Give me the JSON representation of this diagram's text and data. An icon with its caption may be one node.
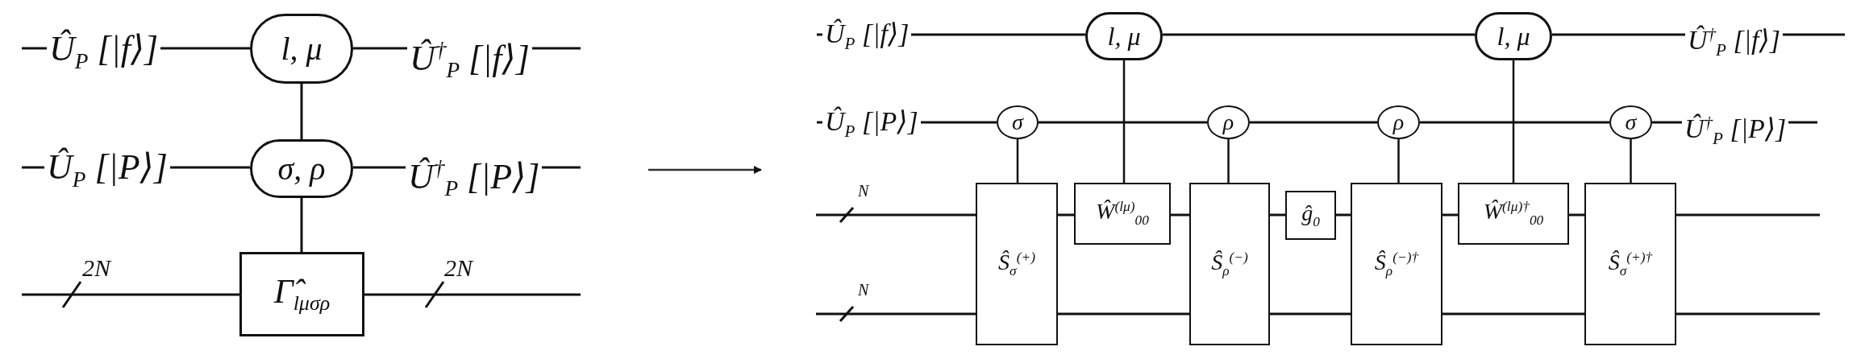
{
  "diagram": {
    "nodes": [
      {
        "text": [
          "Û$_{P}$ [|f⟩]"
        ]
      },
      {
        "text": [
          "l, μ"
        ]
      },
      {
        "text": [
          "Û$^{†}$$_{P}$ [|f⟩]"
        ]
      },
      {
        "text": [
          "Û$_{P}$ [|P⟩]"
        ]
      },
      {
        "text": [
          "σ, ρ"
        ]
      },
      {
        "text": [
          "Û$^{†}$$_{P}$ [|P⟩]"
        ]
      },
      {
        "text": [
          "Γ̂$_{lμσρ}$"
        ]
      },
      {
        "text": [
          "Û$_{P}$ [|f⟩]"
        ]
      },
      {
        "text": [
          "l, μ"
        ]
      },
      {
        "text": [
          "l, μ"
        ]
      },
      {
        "text": [
          "Û$^{†}$$_{P}$ [|f⟩]"
        ]
      },
      {
        "text": [
          "Û$_{P}$ [|P⟩]"
        ]
      },
      {
        "text": [
          "σ"
        ]
      },
      {
        "text": [
          "ρ"
        ]
      },
      {
        "text": [
          "ρ"
        ]
      },
      {
        "text": [
          "σ"
        ]
      },
      {
        "text": [
          "Û$^{†}$$_{P}$ [|P⟩]"
        ]
      },
      {
        "text": [
          "Ŝ$_{σ}$$^{(+)}$"
        ]
      },
      {
        "text": [
          "Ŵ$^{(lμ)}$$_{00}$"
        ]
      },
      {
        "text": [
          "Ŝ$_{ρ}$$^{(−)}$"
        ]
      },
      {
        "text": [
          "ĝ$_{0}$"
        ]
      },
      {
        "text": [
          "Ŝ$_{ρ}$$^{(−)†}$"
        ]
      },
      {
        "text": [
          "Ŵ$^{(lμ)†}$$_{00}$"
        ]
      },
      {
        "text": [
          "Ŝ$_{σ}$$^{(+)†}$"
        ]
      }
    ],
    "edges": [
      {
        "from": null,
        "to": 0,
        "arrow": "none"
      },
      {
        "from": 0,
        "to": 1,
        "arrow": "none"
      },
      {
        "from": 1,
        "to": 2,
        "arrow": "none"
      },
      {
        "from": 2,
        "to": null,
        "arrow": "none"
      },
      {
        "from": null,
        "to": 3,
        "arrow": "none"
      },
      {
        "from": 3,
        "to": 4,
        "arrow": "none"
      },
      {
        "from": 4,
        "to": 5,
        "arrow": "none"
      },
      {
        "from": 5,
        "to": null,
        "arrow": "none"
      },
      {
        "from": 1,
        "to": 4,
        "arrow": "none"
      },
      {
        "from": 4,
        "to": 6,
        "arrow": "none"
      },
      {
        "from": null,
        "to": 6,
        "arrow": "none"
      },
      {
        "from": 6,
        "to": null,
        "arrow": "none"
      },
      {
        "from": null,
        "to": 7,
        "arrow": "none"
      },
      {
        "from": 7,
        "to": 8,
        "arrow": "none"
      },
      {
        "from": 8,
        "to": 9,
        "arrow": "none"
      },
      {
        "from": 9,
        "to": 10,
        "arrow": "none"
      },
      {
        "from": 10,
        "to": null,
        "arrow": "none"
      },
      {
        "from": null,
        "to": 11,
        "arrow": "none"
      },
      {
        "from": 11,
        "to": 12,
        "arrow": "none"
      },
      {
        "from": 12,
        "to": 13,
        "arrow": "none"
      },
      {
        "from": 13,
        "to": 14,
        "arrow": "none"
      },
      {
        "from": 14,
        "to": 15,
        "arrow": "none"
      },
      {
        "from": 15,
        "to": 16,
        "arrow": "none"
      },
      {
        "from": 16,
        "to": null,
        "arrow": "none"
      },
      {
        "from": 12,
        "to": 17,
        "arrow": "none"
      },
      {
        "from": 8,
        "to": 18,
        "arrow": "none"
      },
      {
        "from": 13,
        "to": 19,
        "arrow": "none"
      },
      {
        "from": 14,
        "to": 21,
        "arrow": "none"
      },
      {
        "from": 9,
        "to": 22,
        "arrow": "none"
      },
      {
        "from": 15,
        "to": 23,
        "arrow": "none"
      },
      {
        "from": null,
        "to": 17,
        "arrow": "none"
      },
      {
        "from": 17,
        "to": 18,
        "arrow": "none"
      },
      {
        "from": 18,
        "to": 19,
        "arrow": "none"
      },
      {
        "from": 19,
        "to": 20,
        "arrow": "none"
      },
      {
        "from": 20,
        "to": 21,
        "arrow": "none"
      },
      {
        "from": 21,
        "to": 22,
        "arrow": "none"
      },
      {
        "from": 22,
        "to": 23,
        "arrow": "none"
      },
      {
        "from": 23,
        "to": null,
        "arrow": "none"
      },
      {
        "from": null,
        "to": 17,
        "arrow": "none"
      },
      {
        "from": 17,
        "to": 19,
        "arrow": "none"
      },
      {
        "from": 19,
        "to": 21,
        "arrow": "none"
      },
      {
        "from": 21,
        "to": 23,
        "arrow": "none"
      },
      {
        "from": 23,
        "to": null,
        "arrow": "none"
      }
    ],
    "labels": [
      "2N",
      "2N",
      "N",
      "N"
    ]
  }
}
